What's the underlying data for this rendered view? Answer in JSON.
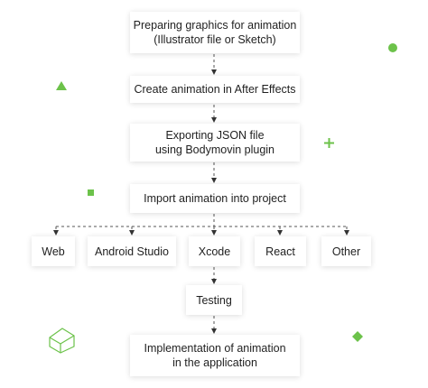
{
  "steps": {
    "prepare": {
      "line1": "Preparing graphics for animation",
      "line2": "(Illustrator file or Sketch)"
    },
    "create": "Create animation in After Effects",
    "export": {
      "line1": "Exporting JSON file",
      "line2": "using Bodymovin plugin"
    },
    "import": "Import animation into project",
    "platforms": [
      "Web",
      "Android Studio",
      "Xcode",
      "React",
      "Other"
    ],
    "testing": "Testing",
    "implement": {
      "line1": "Implementation of animation",
      "line2": "in the application"
    }
  },
  "decorations": {
    "accent_color": "#6cc24a",
    "icons": [
      "circle-icon",
      "triangle-icon",
      "plus-icon",
      "square-icon",
      "cube-icon",
      "diamond-icon"
    ]
  }
}
